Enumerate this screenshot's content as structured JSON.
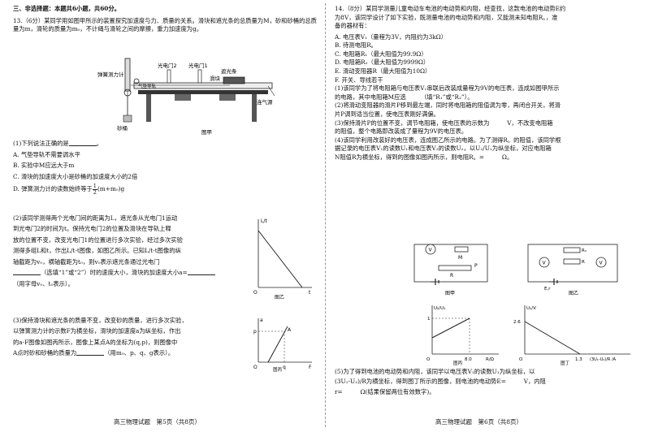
{
  "left": {
    "section_title": "三、非选择题：本题共6小题，共60分。",
    "q13_intro": "13.（6分）某同学用如图甲所示的装置探究加速度与力、质量的关系。滑块和遮光条的总质量为M，砂和砂桶的总质量为m，滑轮的质量为m₀，不计绳与滑轮之间的摩擦，重力加速度为g。",
    "fig_labels": {
      "spring": "弹簧测力计",
      "gate1": "光电门2",
      "gate2": "光电门1",
      "shade": "遮光条",
      "slider": "滑块",
      "rail": "气垫导轨",
      "air": "连气源",
      "bucket": "砂桶",
      "caption": "图甲"
    },
    "q1": "(1)下列说法正确的是",
    "opt_a": "A. 气垫导轨不需要调水平",
    "opt_b": "B. 实验中M应远大于m",
    "opt_c": "C. 滑块的加速度大小是砂桶的加速度大小的2倍",
    "opt_d": "D. 弹簧测力计的读数始终等于",
    "opt_d_num": "1",
    "opt_d_den": "2",
    "opt_d_tail": "(m+m₀)g",
    "q2_lines": [
      "(2)该同学测得两个光电门间的距离为L，遮光条从光电门1运动",
      "到光电门2的时间为t。保持光电门2的位置及滑块在导轨上释",
      "放的位置不变，改变光电门1的位置进行多次实验，经过多次实验",
      "测得多组L和t，作出L/t-t图像，如图乙所示。已知L/t-t图像的纵",
      "轴截距为v₀，横轴截距为t₀，则v₀表示遮光条通过光电门",
      "（选填“1”或“2”）时的速度大小，滑块的加速度大小a=",
      "（用字母v₀、t₀表示）。"
    ],
    "q3_lines": [
      "(3)保持滑块和遮光条的质量不变，改变砂的质量，进行多次实验，",
      "以弹簧测力计的示数F为横坐标，滑块的加速度a为纵坐标，作出",
      "的a-F图像如图丙所示，图像上某点A的坐标为(q,p)，则图像中",
      "A点时砂和砂桶的质量为",
      "（用m₀、p、q、g表示）。"
    ],
    "fig_yi": {
      "y": "L/t",
      "x": "t",
      "o": "O",
      "caption": "图乙"
    },
    "fig_bing": {
      "y": "a",
      "x": "F",
      "p": "p",
      "q": "q",
      "a": "A",
      "o": "O",
      "caption": "图丙"
    },
    "footer": "高三物理试题　第5页（共8页）"
  },
  "right": {
    "q14_lines": [
      "14.（8分）某同学测量儿童电动车电池的电动势和内阻，经查找，这款电池的电动势E约",
      "为8V，该同学设计了如下实验，既测量电池的电动势和内阻，又能测未知电阻R。，准",
      "备的器材有："
    ],
    "items": [
      "A. 电压表V₁（量程为3V，内阻约为3kΩ）",
      "B. 待测电阻R。",
      "C. 电阻箱R₁（最大阻值为99.9Ω）",
      "D. 电阻箱R₂（最大阻值为9999Ω）",
      "E. 滑动变阻器R（最大阻值为10Ω）",
      "F. 开关、导线若干"
    ],
    "q1_lines": [
      "(1)该同学为了将电阻箱与电压表V₁串联后改装成量程为9V的电压表，连成如图甲所示",
      "的电路，其中电阻箱M应选　　　（填“R₁”或“R₂”）。"
    ],
    "q2_lines": [
      "(2)将滑动变阻器的滑片P移到最左端，同时将电阻箱的阻值调为零，再闭合开关，将滑",
      "片P调到适当位置，使电压表刚好满偏。"
    ],
    "q3_lines": [
      "(3)保持滑片P的位置不变，调节电阻箱，使电压表的示数为　　　V，不改变电阻箱",
      "的阻值，整个电路即改装成了量程为9V的电压表。"
    ],
    "q4_lines": [
      "(4)该同学利用改装好的电压表，连成图乙所示的电路。为了测得R。的阻值，该同学根",
      "据记录的电压表V₁的读数U₁和电压表V₂的读数U₂，以U₂/U₁为纵坐标，对应电阻箱",
      "N阻值R为横坐标，得到的图像如图丙所示，则电阻R。=　　　Ω。"
    ],
    "fig_jia": "图甲",
    "fig_yi": "图乙",
    "fig_bing": {
      "y": "U₂/U₁",
      "x": "R/Ω",
      "tick_y": "1",
      "tick_x": "8.0",
      "o": "O",
      "caption": "图丙"
    },
    "fig_ding": {
      "y": "U₁/V",
      "tick_y": "2.6",
      "tick_x": "1.3",
      "x": "(3U₁-U₂)/R /A",
      "o": "O",
      "caption": "图丁"
    },
    "q5_lines": [
      "(5)为了得到电池的电动势和内阻，该同学以电压表V₁的读数U₁为纵坐标，以",
      "(3U₁-U₂)/R为横坐标，得到图丁所示的图像，则电池的电动势E=　　　V，内阻",
      "r=　　　Ω(结果保留两位有效数字)。"
    ],
    "footer": "高三物理试题　第6页（共8页）"
  }
}
